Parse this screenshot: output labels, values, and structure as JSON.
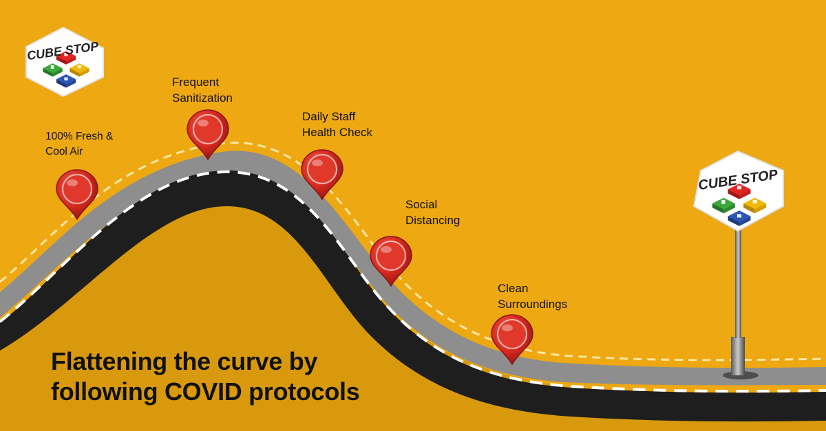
{
  "brand": {
    "logo_text": "CUBE STOP",
    "colors": {
      "background": "#eda812",
      "road": "#1e1e1e",
      "road_edge": "#8e8e8e",
      "pin": "#d62a1e",
      "cube_red": "#e32322",
      "cube_green": "#3aa83b",
      "cube_yellow": "#f2b705",
      "cube_blue": "#2d55b5"
    }
  },
  "milestones": [
    {
      "lines": [
        "100% Fresh &",
        "Cool Air"
      ]
    },
    {
      "lines": [
        "Frequent",
        "Sanitization"
      ]
    },
    {
      "lines": [
        "Daily Staff",
        "Health Check"
      ]
    },
    {
      "lines": [
        "Social",
        "Distancing"
      ]
    },
    {
      "lines": [
        "Clean",
        "Surroundings"
      ]
    }
  ],
  "headline": {
    "line1": "Flattening the curve by",
    "line2": "following COVID protocols"
  },
  "icons": {
    "pin": "map-pin-icon",
    "cube": "cube-stop-logo-icon",
    "sign": "road-sign-icon"
  }
}
